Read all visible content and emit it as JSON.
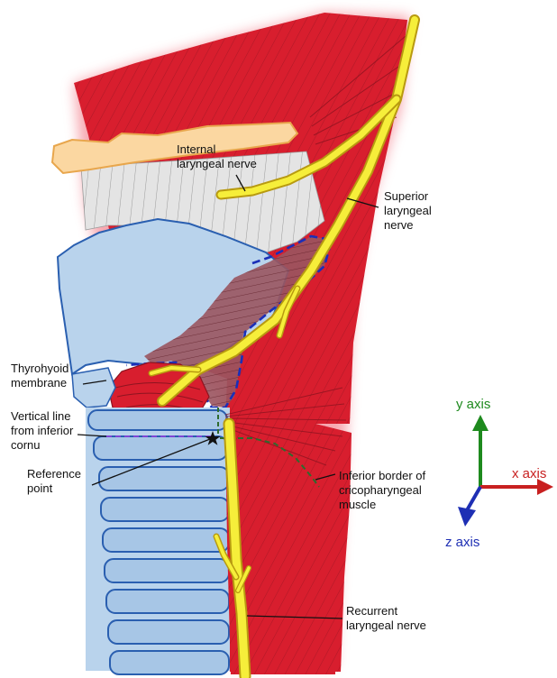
{
  "labels": {
    "internal_line1": "Internal",
    "internal_line2": "laryngeal nerve",
    "superior_line1": "Superior",
    "superior_line2": "laryngeal",
    "superior_line3": "nerve",
    "thyrohyoid_line1": "Thyrohyoid",
    "thyrohyoid_line2": "membrane",
    "vertical_line1": "Vertical line",
    "vertical_line2": "from inferior",
    "vertical_line3": "cornu",
    "reference_line1": "Reference",
    "reference_line2": "point",
    "inferior_line1": "Inferior border of",
    "inferior_line2": "cricopharyngeal",
    "inferior_line3": "muscle",
    "recurrent_line1": "Recurrent",
    "recurrent_line2": "laryngeal nerve"
  },
  "axes": {
    "y_label": "y axis",
    "x_label": "x axis",
    "z_label": "z axis",
    "y_color": "#1e8a1e",
    "x_color": "#c82020",
    "z_color": "#1e2fb4"
  },
  "colors": {
    "muscle": "#d81e2e",
    "muscle_lines": "#8e1420",
    "cartilage": "#b9d3ec",
    "cartilage_outline": "#2a5fb0",
    "membrane": "#e4e4e4",
    "hyoid": "#fbd7a1",
    "nerve": "#f6ee3a",
    "dashed_blue": "#1a2fb8",
    "dashed_green": "#2e6b2e",
    "dashed_purple": "#9b3ee0"
  }
}
